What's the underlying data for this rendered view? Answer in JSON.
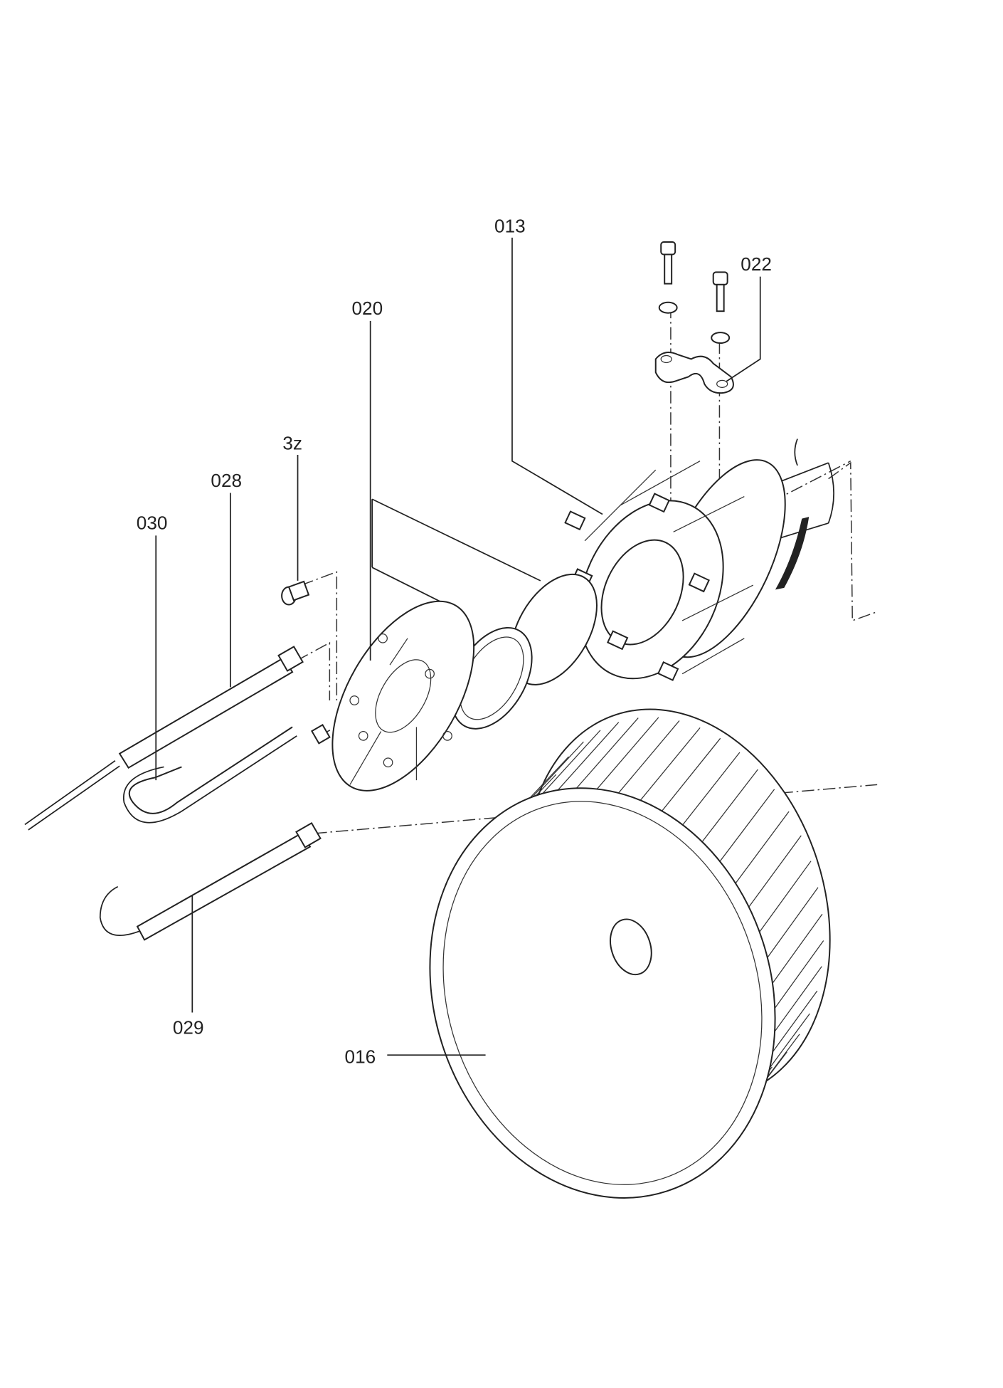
{
  "diagram": {
    "labels": {
      "p013": "013",
      "p022": "022",
      "p020": "020",
      "p3z": "3z",
      "p028": "028",
      "p030": "030",
      "p029": "029",
      "p016": "016"
    }
  }
}
